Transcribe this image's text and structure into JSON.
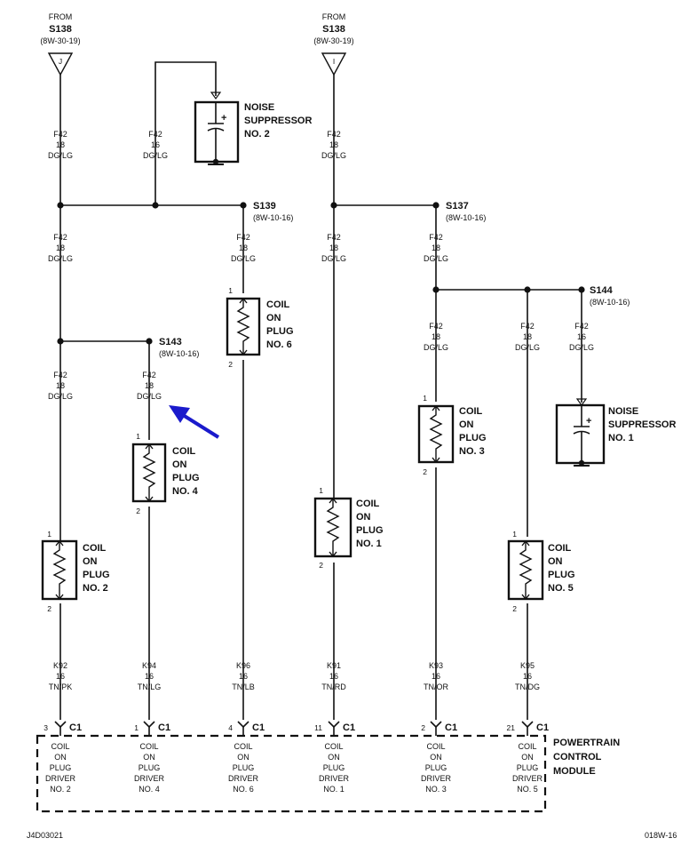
{
  "sources": [
    {
      "from": "FROM",
      "splice": "S138",
      "ref": "(8W-30-19)",
      "pin": "J"
    },
    {
      "from": "FROM",
      "splice": "S138",
      "ref": "(8W-30-19)",
      "pin": "I"
    }
  ],
  "splices": [
    {
      "id": "S139",
      "ref": "(8W-10-16)"
    },
    {
      "id": "S137",
      "ref": "(8W-10-16)"
    },
    {
      "id": "S143",
      "ref": "(8W-10-16)"
    },
    {
      "id": "S144",
      "ref": "(8W-10-16)"
    }
  ],
  "wire_labels": [
    {
      "circuit": "F42",
      "gauge": "18",
      "color": "DG/LG"
    },
    {
      "circuit": "F42",
      "gauge": "16",
      "color": "DG/LG"
    },
    {
      "circuit": "F42",
      "gauge": "18",
      "color": "DG/LG"
    },
    {
      "circuit": "F42",
      "gauge": "18",
      "color": "DG/LG"
    },
    {
      "circuit": "F42",
      "gauge": "18",
      "color": "DG/LG"
    },
    {
      "circuit": "F42",
      "gauge": "18",
      "color": "DG/LG"
    },
    {
      "circuit": "F42",
      "gauge": "18",
      "color": "DG/LG"
    },
    {
      "circuit": "F42",
      "gauge": "18",
      "color": "DG/LG"
    },
    {
      "circuit": "F42",
      "gauge": "18",
      "color": "DG/LG"
    },
    {
      "circuit": "F42",
      "gauge": "18",
      "color": "DG/LG"
    },
    {
      "circuit": "F42",
      "gauge": "18",
      "color": "DG/LG"
    },
    {
      "circuit": "F42",
      "gauge": "16",
      "color": "DG/LG"
    }
  ],
  "noise_suppressors": [
    {
      "lines": [
        "NOISE",
        "SUPPRESSOR",
        "NO. 2"
      ]
    },
    {
      "lines": [
        "NOISE",
        "SUPPRESSOR",
        "NO. 1"
      ]
    }
  ],
  "coils": [
    {
      "lines": [
        "COIL",
        "ON",
        "PLUG",
        "NO. 6"
      ],
      "pin_top": "1",
      "pin_bottom": "2"
    },
    {
      "lines": [
        "COIL",
        "ON",
        "PLUG",
        "NO. 4"
      ],
      "pin_top": "1",
      "pin_bottom": "2"
    },
    {
      "lines": [
        "COIL",
        "ON",
        "PLUG",
        "NO. 2"
      ],
      "pin_top": "1",
      "pin_bottom": "2"
    },
    {
      "lines": [
        "COIL",
        "ON",
        "PLUG",
        "NO. 1"
      ],
      "pin_top": "1",
      "pin_bottom": "2"
    },
    {
      "lines": [
        "COIL",
        "ON",
        "PLUG",
        "NO. 3"
      ],
      "pin_top": "1",
      "pin_bottom": "2"
    },
    {
      "lines": [
        "COIL",
        "ON",
        "PLUG",
        "NO. 5"
      ],
      "pin_top": "1",
      "pin_bottom": "2"
    }
  ],
  "driver_wires": [
    {
      "circuit": "K92",
      "gauge": "16",
      "color": "TN/PK",
      "pin": "3",
      "connector": "C1"
    },
    {
      "circuit": "K94",
      "gauge": "16",
      "color": "TN/LG",
      "pin": "1",
      "connector": "C1"
    },
    {
      "circuit": "K96",
      "gauge": "16",
      "color": "TN/LB",
      "pin": "4",
      "connector": "C1"
    },
    {
      "circuit": "K91",
      "gauge": "16",
      "color": "TN/RD",
      "pin": "11",
      "connector": "C1"
    },
    {
      "circuit": "K93",
      "gauge": "16",
      "color": "TN/OR",
      "pin": "2",
      "connector": "C1"
    },
    {
      "circuit": "K95",
      "gauge": "16",
      "color": "TN/DG",
      "pin": "21",
      "connector": "C1"
    }
  ],
  "drivers": [
    [
      "COIL",
      "ON",
      "PLUG",
      "DRIVER",
      "NO. 2"
    ],
    [
      "COIL",
      "ON",
      "PLUG",
      "DRIVER",
      "NO. 4"
    ],
    [
      "COIL",
      "ON",
      "PLUG",
      "DRIVER",
      "NO. 6"
    ],
    [
      "COIL",
      "ON",
      "PLUG",
      "DRIVER",
      "NO. 1"
    ],
    [
      "COIL",
      "ON",
      "PLUG",
      "DRIVER",
      "NO. 3"
    ],
    [
      "COIL",
      "ON",
      "PLUG",
      "DRIVER",
      "NO. 5"
    ]
  ],
  "module": {
    "lines": [
      "POWERTRAIN",
      "CONTROL",
      "MODULE"
    ]
  },
  "footer": {
    "left": "J4D03021",
    "right": "018W-16"
  },
  "colors": {
    "ink": "#111111",
    "arrow": "#1a1acc",
    "background": "#ffffff"
  }
}
